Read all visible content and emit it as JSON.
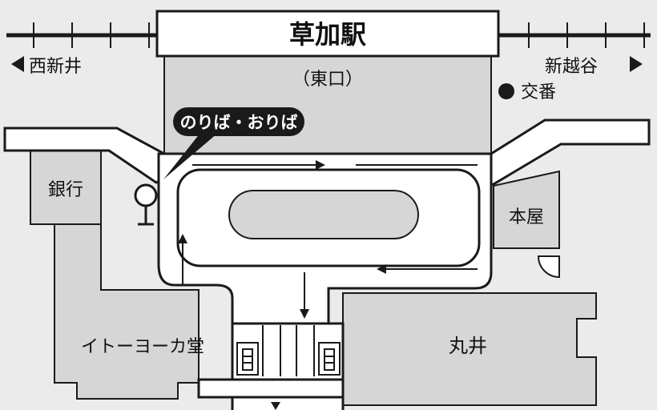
{
  "station": {
    "name": "草加駅",
    "exit": "（東口）"
  },
  "directions": {
    "west": "西新井",
    "east": "新越谷"
  },
  "callout": "のりば・おりば",
  "police_box": "交番",
  "buildings": {
    "bank": "銀行",
    "bookstore": "本屋",
    "ito_yokado": "イトーヨーカ堂",
    "marui": "丸井"
  },
  "icons": {
    "bus_stop": "bus-stop-icon",
    "police_box": "police-dot-icon",
    "crosswalk": "crosswalk-icon",
    "arrows": [
      "triangle-left-icon",
      "triangle-right-icon",
      "arrow-icon"
    ]
  },
  "colors": {
    "background": "#ebebeb",
    "road": "#ffffff",
    "building": "#d6d6d6",
    "outline": "#1a1a1a",
    "callout": "#1a1a1a"
  }
}
